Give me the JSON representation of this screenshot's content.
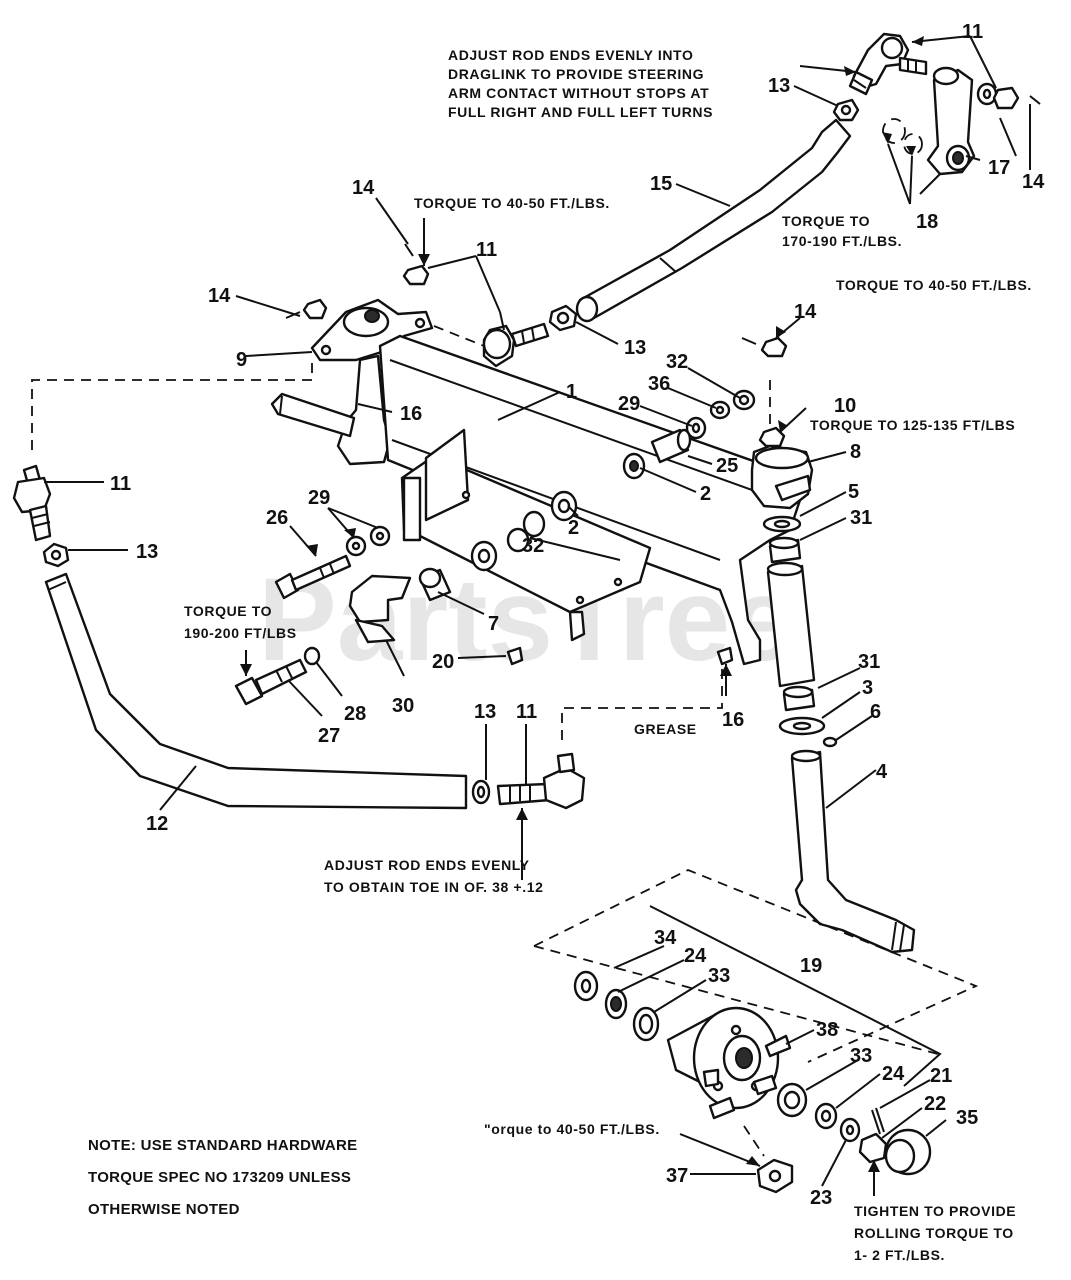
{
  "watermark": "PartsTree",
  "notes": {
    "adjust_draglink": [
      "ADJUST ROD ENDS EVENLY INTO",
      "DRAGLINK TO PROVIDE STEERING",
      "ARM CONTACT WITHOUT STOPS AT",
      "FULL RIGHT AND FULL LEFT TURNS"
    ],
    "torque_40_50_a": "TORQUE TO 40-50 FT./LBS.",
    "torque_40_50_b": "TORQUE TO 40-50 FT./LBS.",
    "torque_170_190": [
      "TORQUE TO",
      "170-190 FT./LBS."
    ],
    "torque_125_135": "TORQUE TO 125-135 FT/LBS",
    "torque_190_200": [
      "TORQUE TO",
      "190-200 FT/LBS"
    ],
    "grease": "GREASE",
    "adjust_toe": [
      "ADJUST ROD ENDS EVENLY",
      "TO OBTAIN  TOE IN OF. 38 +.12"
    ],
    "torque_40_50_hub": "\"orque to 40-50 FT./LBS.",
    "tighten_rolling": [
      "TIGHTEN TO PROVIDE",
      "ROLLING TORQUE TO",
      "1- 2 FT./LBS."
    ],
    "footnote": [
      "NOTE:  USE STANDARD HARDWARE",
      "TORQUE SPEC  NO  173209 UNLESS",
      "OTHERWISE NOTED"
    ]
  },
  "callouts": {
    "c11_top": "11",
    "c13_top": "13",
    "c17": "17",
    "c14_top": "14",
    "c18": "18",
    "c15": "15",
    "c14_a": "14",
    "c11_a": "11",
    "c14_b": "14",
    "c9": "9",
    "c13_mid": "13",
    "c14_c": "14",
    "c32_a": "32",
    "c36": "36",
    "c10": "10",
    "c29_a": "29",
    "c1": "1",
    "c16_a": "16",
    "c8": "8",
    "c11_left": "11",
    "c25": "25",
    "c2_a": "2",
    "c5": "5",
    "c31_a": "31",
    "c13_left": "13",
    "c26": "26",
    "c29_b": "29",
    "c2_b": "2",
    "c32_b": "32",
    "c7": "7",
    "c20": "20",
    "c16_b": "16",
    "c31_b": "31",
    "c3": "3",
    "c6": "6",
    "c30": "30",
    "c28": "28",
    "c27": "27",
    "c13_bot": "13",
    "c11_bot": "11",
    "c4": "4",
    "c12": "12",
    "c19": "19",
    "c34": "34",
    "c24_a": "24",
    "c33_a": "33",
    "c38": "38",
    "c33_b": "33",
    "c24_b": "24",
    "c21": "21",
    "c22": "22",
    "c35": "35",
    "c37": "37",
    "c23": "23"
  }
}
